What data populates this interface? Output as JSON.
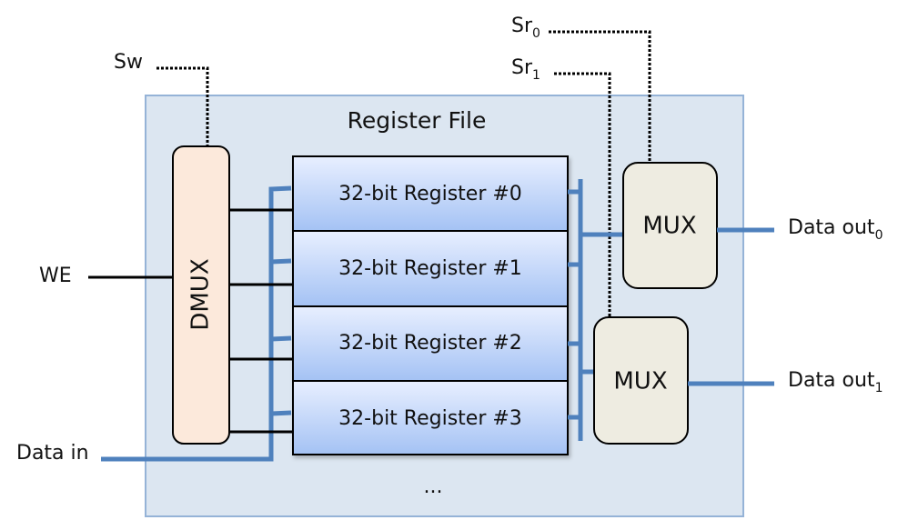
{
  "title": "Register File",
  "colors": {
    "container_fill": "#dce6f1",
    "container_border": "#95b3d7",
    "dmux_fill": "#fce9db",
    "mux_fill": "#eeece1",
    "register_gradient_top": "#e8efff",
    "register_gradient_bottom": "#a4c2f4",
    "bus_blue": "#4f81bd",
    "control_black": "#000000"
  },
  "inputs": {
    "sw": "Sw",
    "sr0": {
      "base": "Sr",
      "sub": "0"
    },
    "sr1": {
      "base": "Sr",
      "sub": "1"
    },
    "we": "WE",
    "data_in": "Data in"
  },
  "outputs": {
    "out0": {
      "base": "Data out",
      "sub": "0"
    },
    "out1": {
      "base": "Data out",
      "sub": "1"
    }
  },
  "dmux": {
    "label": "DMUX"
  },
  "muxes": [
    {
      "label": "MUX"
    },
    {
      "label": "MUX"
    }
  ],
  "registers": [
    {
      "label": "32-bit Register #0"
    },
    {
      "label": "32-bit Register #1"
    },
    {
      "label": "32-bit Register #2"
    },
    {
      "label": "32-bit Register #3"
    }
  ],
  "ellipsis": "..."
}
